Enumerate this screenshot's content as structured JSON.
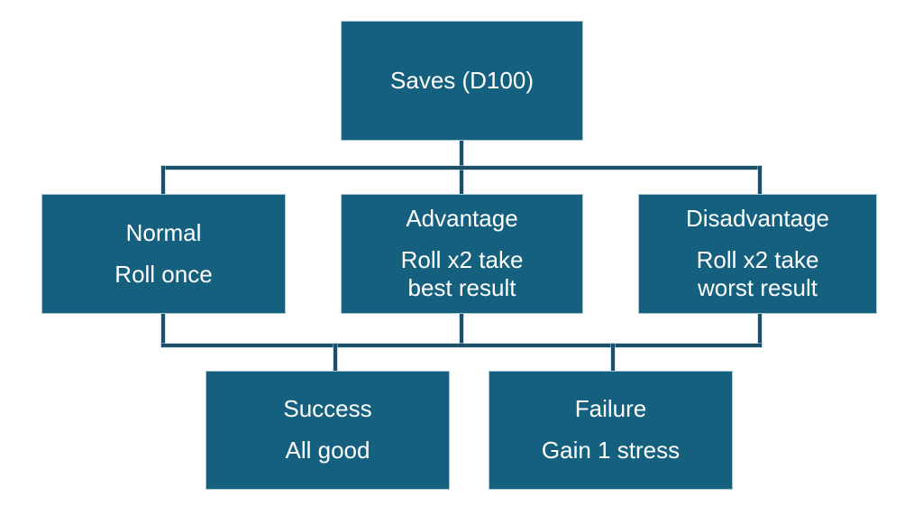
{
  "diagram": {
    "colors": {
      "node_fill": "#16607F",
      "node_border": "#A9C8D6",
      "connector": "#1C4F6A",
      "text": "#FFFFFF",
      "background": "#FFFFFF"
    },
    "nodes": [
      {
        "id": "saves",
        "title": "Saves (D100)",
        "subtitle": ""
      },
      {
        "id": "normal",
        "title": "Normal",
        "subtitle": "Roll once"
      },
      {
        "id": "advantage",
        "title": "Advantage",
        "subtitle": "Roll x2 take\nbest result"
      },
      {
        "id": "disadvantage",
        "title": "Disadvantage",
        "subtitle": "Roll x2 take\nworst result"
      },
      {
        "id": "success",
        "title": "Success",
        "subtitle": "All good"
      },
      {
        "id": "failure",
        "title": "Failure",
        "subtitle": "Gain 1 stress"
      }
    ],
    "edges": [
      {
        "from": "saves",
        "to": "normal"
      },
      {
        "from": "saves",
        "to": "advantage"
      },
      {
        "from": "saves",
        "to": "disadvantage"
      },
      {
        "from": "normal",
        "to": "outcome-bus"
      },
      {
        "from": "advantage",
        "to": "outcome-bus"
      },
      {
        "from": "disadvantage",
        "to": "outcome-bus"
      },
      {
        "from": "outcome-bus",
        "to": "success"
      },
      {
        "from": "outcome-bus",
        "to": "failure"
      }
    ]
  }
}
